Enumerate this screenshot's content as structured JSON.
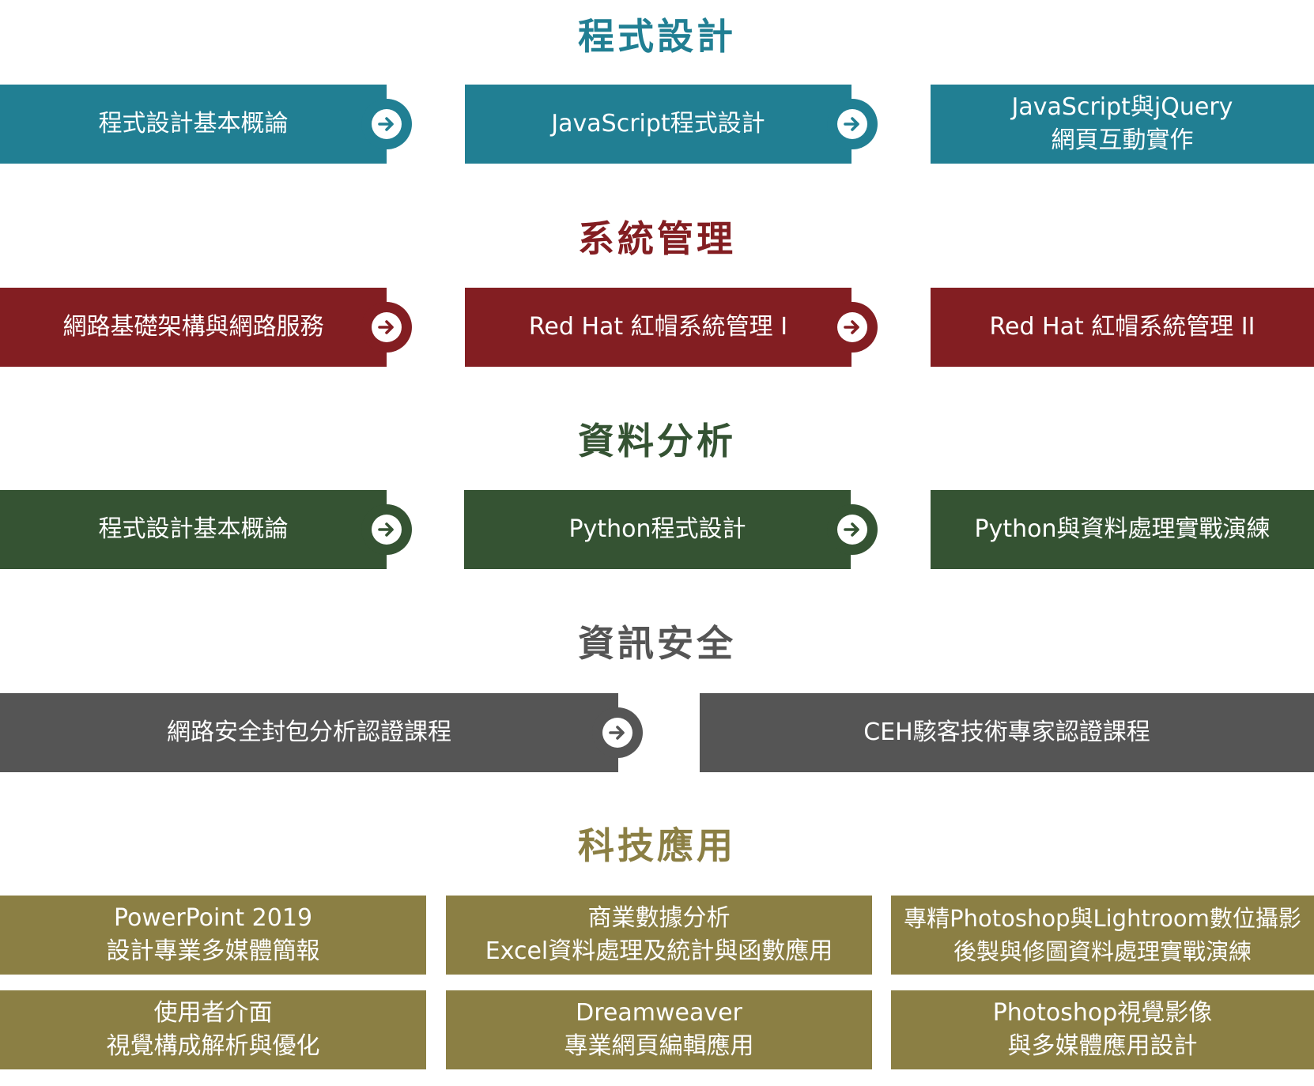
{
  "colors": {
    "programming": "#217f93",
    "sysadmin": "#831e22",
    "data": "#355333",
    "security": "#555555",
    "tech": "#8b7f44"
  },
  "icons": {
    "arrow": "arrow-right-circle-icon"
  },
  "sections": {
    "programming": {
      "title": "程式設計",
      "courses": [
        {
          "line1": "程式設計基本概論"
        },
        {
          "line1": "JavaScript程式設計"
        },
        {
          "line1": "JavaScript與jQuery",
          "line2": "網頁互動實作"
        }
      ]
    },
    "sysadmin": {
      "title": "系統管理",
      "courses": [
        {
          "line1": "網路基礎架構與網路服務"
        },
        {
          "line1": "Red Hat 紅帽系統管理 I"
        },
        {
          "line1": "Red Hat 紅帽系統管理 II"
        }
      ]
    },
    "data": {
      "title": "資料分析",
      "courses": [
        {
          "line1": "程式設計基本概論"
        },
        {
          "line1": "Python程式設計"
        },
        {
          "line1": "Python與資料處理實戰演練"
        }
      ]
    },
    "security": {
      "title": "資訊安全",
      "courses": [
        {
          "line1": "網路安全封包分析認證課程"
        },
        {
          "line1": "CEH駭客技術專家認證課程"
        }
      ]
    },
    "tech": {
      "title": "科技應用",
      "courses": [
        {
          "line1": "PowerPoint 2019",
          "line2": "設計專業多媒體簡報"
        },
        {
          "line1": "商業數據分析",
          "line2": "Excel資料處理及統計與函數應用"
        },
        {
          "line1": "專精Photoshop與Lightroom數位攝影",
          "line2": "後製與修圖資料處理實戰演練"
        },
        {
          "line1": "使用者介面",
          "line2": "視覺構成解析與優化"
        },
        {
          "line1": "Dreamweaver",
          "line2": "專業網頁編輯應用"
        },
        {
          "line1": "Photoshop視覺影像",
          "line2": "與多媒體應用設計"
        }
      ]
    }
  }
}
